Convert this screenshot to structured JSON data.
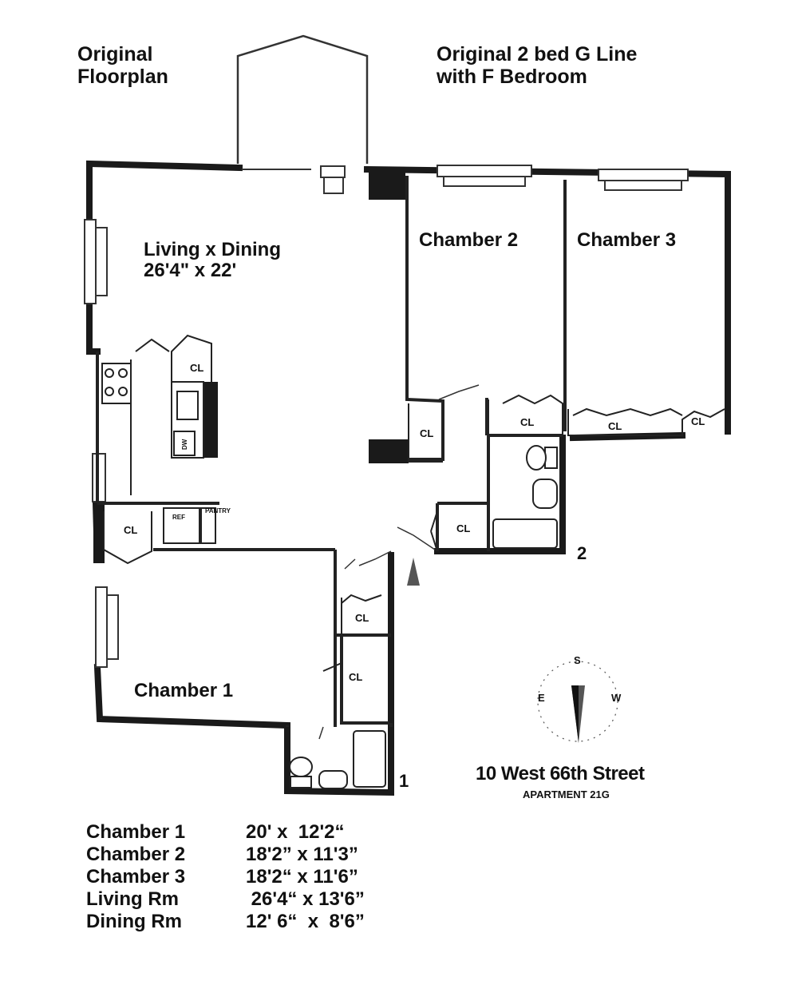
{
  "header": {
    "left_line1": "Original",
    "left_line2": "Floorplan",
    "right_line1": "Original 2 bed G Line",
    "right_line2": "with F Bedroom"
  },
  "rooms": {
    "living_line1": "Living x Dining",
    "living_line2": "26'4\" x 22'",
    "chamber1": "Chamber 1",
    "chamber2": "Chamber 2",
    "chamber3": "Chamber 3"
  },
  "fixtures": {
    "closet": "CL",
    "refrigerator": "REF",
    "pantry": "PANTRY",
    "dishwasher": "DW"
  },
  "markers": {
    "bath_1": "1",
    "bath_2": "2"
  },
  "compass": {
    "south": "S",
    "east": "E",
    "west": "W"
  },
  "address": {
    "street": "10 West 66th Street",
    "unit": "APARTMENT 21G"
  },
  "dimensions": [
    {
      "room": "Chamber 1",
      "size": "20' x  12'2“"
    },
    {
      "room": "Chamber 2",
      "size": "18'2” x 11'3”"
    },
    {
      "room": "Chamber 3",
      "size": "18'2“ x 11'6”"
    },
    {
      "room": "Living Rm",
      "size": " 26'4“ x 13'6”"
    },
    {
      "room": "Dining Rm",
      "size": "12' 6“  x  8'6”"
    }
  ]
}
